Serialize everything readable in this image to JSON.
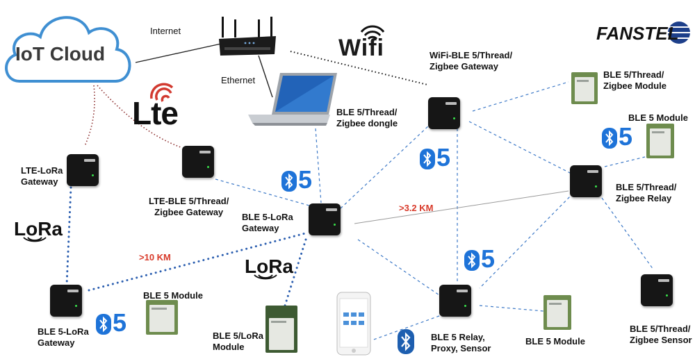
{
  "cloud": {
    "label": "IoT Cloud"
  },
  "brand": {
    "fanstel": "FANSTEL",
    "wifi": "Wifi",
    "lte": "Lte",
    "lora": "LoRa",
    "bt_five": "5"
  },
  "links": {
    "internet": "Internet",
    "ethernet": "Ethernet"
  },
  "distances": {
    "ten_km": ">10 KM",
    "three_km": ">3.2 KM"
  },
  "nodes": {
    "wifi_gateway": "WiFi-BLE 5/Thread/\nZigbee Gateway",
    "dongle": "BLE 5/Thread/\nZigbee dongle",
    "ble_thread_module": "BLE 5/Thread/\nZigbee Module",
    "ble5_module_right": "BLE 5 Module",
    "relay_right": "BLE 5/Thread/\nZigbee Relay",
    "lte_lora_gateway": "LTE-LoRa\nGateway",
    "lte_ble_gateway": "LTE-BLE 5/Thread/\nZigbee Gateway",
    "ble_lora_gateway_center": "BLE 5-LoRa\nGateway",
    "ble_lora_gateway_left": "BLE 5-LoRa\nGateway",
    "ble5_module_left": "BLE 5 Module",
    "ble_lora_module": "BLE 5/LoRa\nModule",
    "relay_proxy": "BLE 5 Relay,\nProxy, Sensor",
    "ble5_module_bottom": "BLE 5 Module",
    "zigbee_sensor": "BLE 5/Thread/\nZigbee Sensor"
  },
  "colors": {
    "ble_link": "#3d79c7",
    "lora_link": "#2c5fb0",
    "lte_link": "#8a2a2a",
    "wifi_link": "#111111",
    "bt_blue": "#1e73d8",
    "distance_red": "#d83a2a"
  }
}
